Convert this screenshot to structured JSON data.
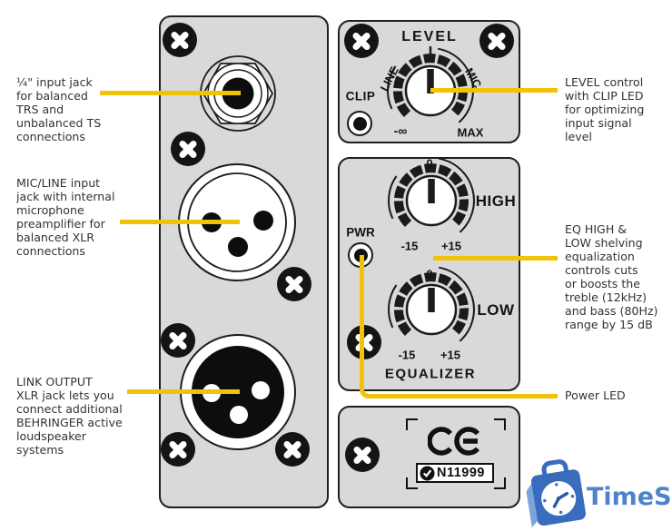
{
  "colors": {
    "panel_fill": "#d9d9d9",
    "panel_border": "#1f1f1f",
    "leader_line": "#f0c306",
    "callout_text": "#333333",
    "logo_blue": "#4e83c9",
    "bag_blue": "#3a6cbe"
  },
  "callouts": {
    "trs_jack": "¼\" input jack\nfor balanced\nTRS and\nunbalanced TS\nconnections",
    "mic_line": "MIC/LINE input\njack with internal\nmicrophone\npreamplifier for\nbalanced XLR\nconnections",
    "link_output": "LINK OUTPUT\nXLR jack lets you\nconnect additional\nBEHRINGER active\nloudspeaker\nsystems",
    "level_control": "LEVEL control\nwith CLIP LED\nfor optimizing\ninput signal\nlevel",
    "eq": "EQ HIGH &\nLOW shelving\nequalization\ncontrols cuts\nor boosts the\ntreble (12kHz)\nand bass (80Hz)\nrange by 15 dB",
    "power_led": "Power LED"
  },
  "panel": {
    "level": "LEVEL",
    "clip": "CLIP",
    "line": "LINE",
    "mic": "MIC",
    "min": "-∞",
    "max": "MAX",
    "zero": "0",
    "minus15": "-15",
    "plus15": "+15",
    "high": "HIGH",
    "low": "LOW",
    "pwr": "PWR",
    "equalizer": "EQUALIZER"
  },
  "certification": {
    "ce": "CE",
    "ctick_number": "N11999"
  },
  "logo": {
    "brand": "TimeShop"
  }
}
